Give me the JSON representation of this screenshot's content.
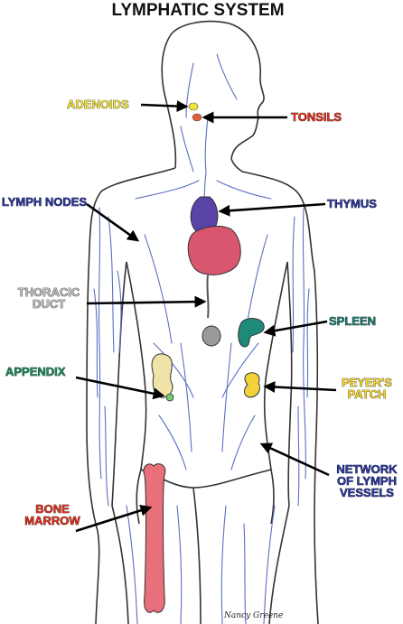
{
  "title": "LYMPHATIC SYSTEM",
  "labels": {
    "adenoids": {
      "text": "ADENOIDS",
      "color": "#f2e23a"
    },
    "tonsils": {
      "text": "TONSILS",
      "color": "#e0301e"
    },
    "lymph_nodes": {
      "text": "LYMPH NODES",
      "color": "#2e3a9c"
    },
    "thymus": {
      "text": "THYMUS",
      "color": "#2e3a9c"
    },
    "thoracic_duct": {
      "lines": [
        "THORACIC",
        "DUCT"
      ],
      "color": "#bdbdbd"
    },
    "spleen": {
      "text": "SPLEEN",
      "color": "#1f7a6c"
    },
    "appendix": {
      "text": "APPENDIX",
      "color": "#1f8a5a"
    },
    "peyers_patch": {
      "lines": [
        "PEYER'S",
        "PATCH"
      ],
      "color": "#f2d22a"
    },
    "network": {
      "lines": [
        "NETWORK",
        "OF LYMPH",
        "VESSELS"
      ],
      "color": "#2e3a9c"
    },
    "bone_marrow": {
      "lines": [
        "BONE",
        "MARROW"
      ],
      "color": "#e0301e"
    }
  },
  "signature": "Nancy Greene",
  "colors": {
    "outline": "#333333",
    "vessel": "#5a6fc4",
    "thymus": "#5a44a8",
    "heart": "#d9576e",
    "spleen": "#1f8a78",
    "node": "#9a9a9a",
    "appendix": "#efe3a8",
    "appendix_tip": "#6fcf6f",
    "peyers": "#f2d23a",
    "bone": "#e8707a",
    "adenoid_dot": "#f2e23a",
    "tonsil_dot": "#e0603e"
  }
}
